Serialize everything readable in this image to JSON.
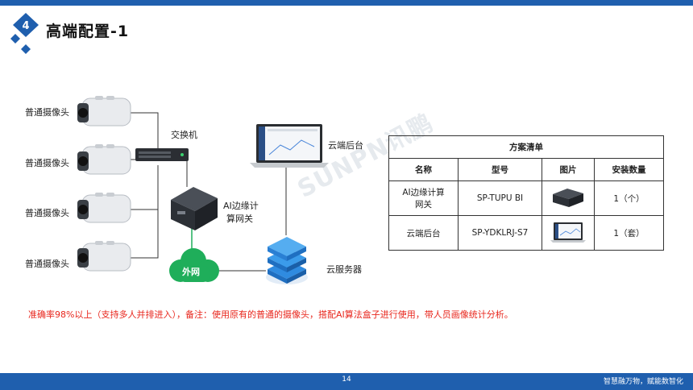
{
  "badge_number": "4",
  "title": "高端配置-1",
  "diagram": {
    "camera_labels": [
      "普通摄像头",
      "普通摄像头",
      "普通摄像头",
      "普通摄像头"
    ],
    "switch_label": "交换机",
    "edge_box_label_line1": "AI边缘计",
    "edge_box_label_line2": "算网关",
    "internet_label": "外网",
    "cloud_backend_label": "云端后台",
    "cloud_server_label": "云服务器"
  },
  "plan_table": {
    "caption": "方案清单",
    "headers": [
      "名称",
      "型号",
      "图片",
      "安装数量"
    ],
    "rows": [
      {
        "name_line1": "AI边缘计算",
        "name_line2": "网关",
        "model": "SP-TUPU BI",
        "quantity": "1（个）"
      },
      {
        "name_line1": "云端后台",
        "name_line2": "",
        "model": "SP-YDKLRJ-S7",
        "quantity": "1（套）"
      }
    ]
  },
  "note": "准确率98%以上（支持多人并排进入），备注：使用原有的普通的摄像头，搭配AI算法盒子进行使用，带人员画像统计分析。",
  "watermark": "SUNPN讯鹏",
  "footer": {
    "page_number": "14",
    "slogan": "智慧融万物，赋能数智化"
  },
  "colors": {
    "brand_blue": "#1f5fae",
    "internet_green": "#1fae5a",
    "note_red": "#e8261c",
    "server_blue": "#2f8be0"
  }
}
